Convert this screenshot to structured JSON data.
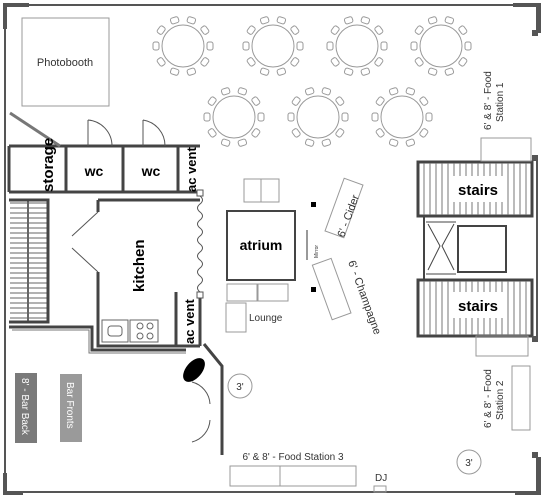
{
  "labels": {
    "photobooth": "Photobooth",
    "storage": "storage",
    "wc_left": "wc",
    "wc_right": "wc",
    "ac_vent_top": "ac vent",
    "ac_vent_bottom": "ac vent",
    "kitchen": "kitchen",
    "atrium": "atrium",
    "mirror": "Mirror",
    "lounge": "Lounge",
    "cider": "6' - Cider",
    "champagne": "6' - Champagne",
    "stairs_top": "stairs",
    "stairs_bottom": "stairs",
    "food_station_1": "6' & 8' - Food",
    "food_station_1b": "Station 1",
    "food_station_2": "6' & 8' - Food",
    "food_station_2b": "Station 2",
    "food_station_3": "6' & 8' - Food Station 3",
    "dj": "DJ",
    "bar_back": "8' - Bar Back",
    "bar_fronts": "Bar Fronts",
    "round_table_1": "3'",
    "round_table_2": "3'"
  },
  "colors": {
    "wall": "#555555",
    "furniture": "#999999",
    "bar_back": "#7a7a7a",
    "bar_fronts": "#9a9a9a"
  }
}
